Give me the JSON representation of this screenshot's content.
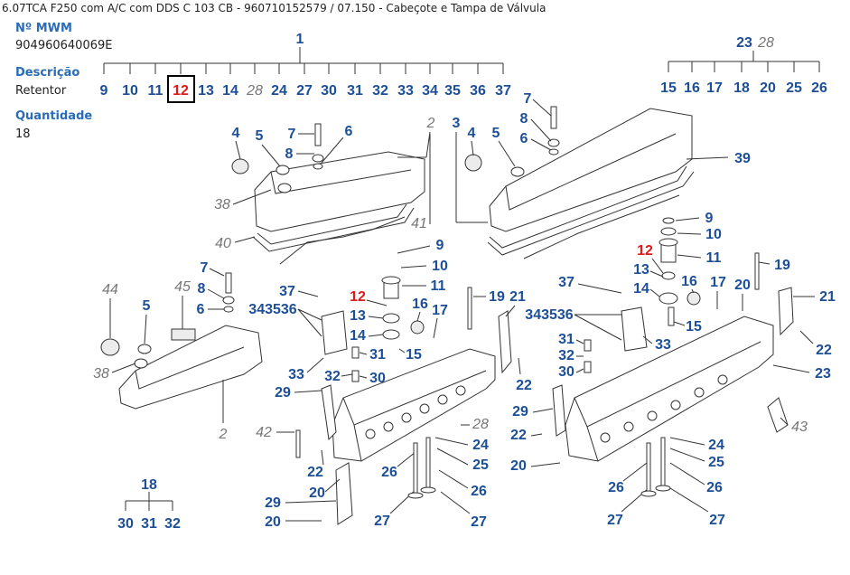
{
  "title": "6.07TCA F250 com A/C com DDS C 103 CB - 960710152579  /  07.150 - Cabeçote e Tampa de Válvula",
  "fields": [
    {
      "label": "Nº MWM",
      "value": "904960640069E"
    },
    {
      "label": "Descrição",
      "value": "Retentor"
    },
    {
      "label": "Quantidade",
      "value": "18"
    }
  ],
  "colors": {
    "callout": "#1d4f97",
    "highlight": "#e0191b",
    "muted": "#777777",
    "label": "#2a6cb5"
  },
  "selected_part": "12",
  "callouts": {
    "tree1_root": "1",
    "tree1_children": [
      "9",
      "10",
      "11",
      "12",
      "13",
      "14",
      "28",
      "24",
      "27",
      "30",
      "31",
      "32",
      "33",
      "34",
      "35",
      "36",
      "37"
    ],
    "tree23_root": "23",
    "tree23_root_alt": "28",
    "tree23_children": [
      "15",
      "16",
      "17",
      "18",
      "20",
      "25",
      "26"
    ],
    "tree18_root": "18",
    "tree18_children": [
      "30",
      "31",
      "32"
    ],
    "cover_left": [
      "4",
      "5",
      "7",
      "8",
      "6",
      "2",
      "38",
      "40",
      "41"
    ],
    "cover_right": [
      "3",
      "4",
      "5",
      "7",
      "8",
      "6",
      "39"
    ],
    "valve_left": [
      "9",
      "10",
      "11",
      "12",
      "13",
      "14",
      "15",
      "16",
      "17",
      "37",
      "343536",
      "31",
      "32",
      "30",
      "33",
      "19",
      "21",
      "22",
      "20",
      "29",
      "42",
      "28",
      "24",
      "25",
      "26",
      "27",
      "22",
      "29",
      "20",
      "26",
      "27"
    ],
    "valve_right": [
      "9",
      "10",
      "11",
      "12",
      "13",
      "14",
      "15",
      "16",
      "17",
      "19",
      "20",
      "21",
      "22",
      "23",
      "37",
      "343536",
      "31",
      "32",
      "30",
      "33",
      "43",
      "29",
      "22",
      "20",
      "24",
      "25",
      "26",
      "27",
      "26",
      "27"
    ],
    "cover_small": [
      "7",
      "8",
      "6",
      "5",
      "44",
      "45",
      "38",
      "2"
    ]
  }
}
